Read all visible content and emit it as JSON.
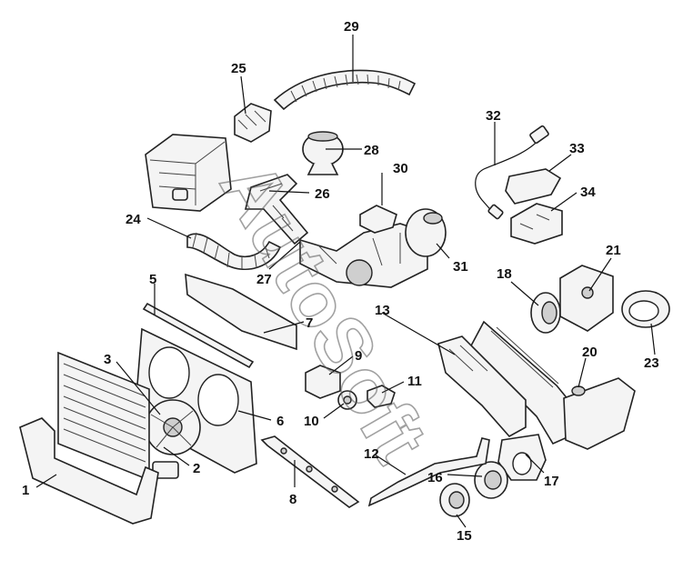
{
  "watermark": "AutoSoft",
  "labels": {
    "l1": "1",
    "l2": "2",
    "l3": "3",
    "l5": "5",
    "l6": "6",
    "l7": "7",
    "l8": "8",
    "l9": "9",
    "l10": "10",
    "l11": "11",
    "l12": "12",
    "l13": "13",
    "l15": "15",
    "l16": "16",
    "l17": "17",
    "l18": "18",
    "l20": "20",
    "l21": "21",
    "l23": "23",
    "l24": "24",
    "l25": "25",
    "l26": "26",
    "l27": "27",
    "l28": "28",
    "l29": "29",
    "l30": "30",
    "l31": "31",
    "l32": "32",
    "l33": "33",
    "l34": "34"
  }
}
